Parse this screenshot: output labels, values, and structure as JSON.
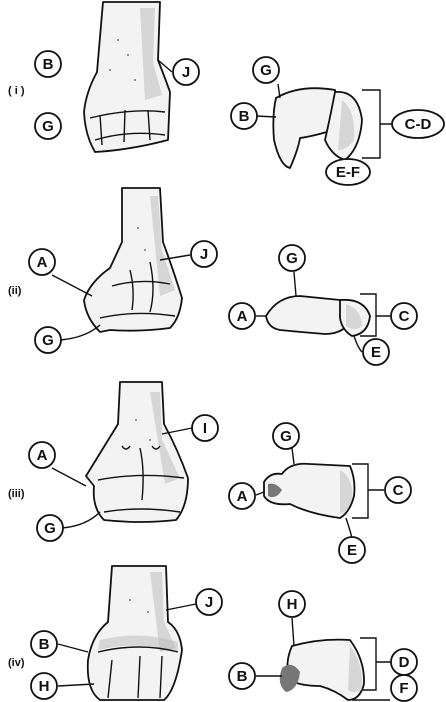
{
  "rows": {
    "r1": "( i )",
    "r2": "(ii)",
    "r3": "(iii)",
    "r4": "(iv)"
  },
  "labels": {
    "r1": {
      "left1": "B",
      "left2": "G",
      "shaft": "J",
      "top": "G",
      "bottom": "B",
      "bracket": "C-D",
      "lower": "E-F"
    },
    "r2": {
      "left1": "A",
      "left2": "G",
      "shaft": "J",
      "top": "G",
      "left": "A",
      "bracket": "C",
      "lower": "E"
    },
    "r3": {
      "left1": "A",
      "left2": "G",
      "shaft": "I",
      "top": "G",
      "left": "A",
      "bracket": "C",
      "lower": "E"
    },
    "r4": {
      "left1": "B",
      "left2": "H",
      "shaft": "J",
      "top": "H",
      "left": "B",
      "bracket": "D",
      "lower": "F"
    }
  }
}
